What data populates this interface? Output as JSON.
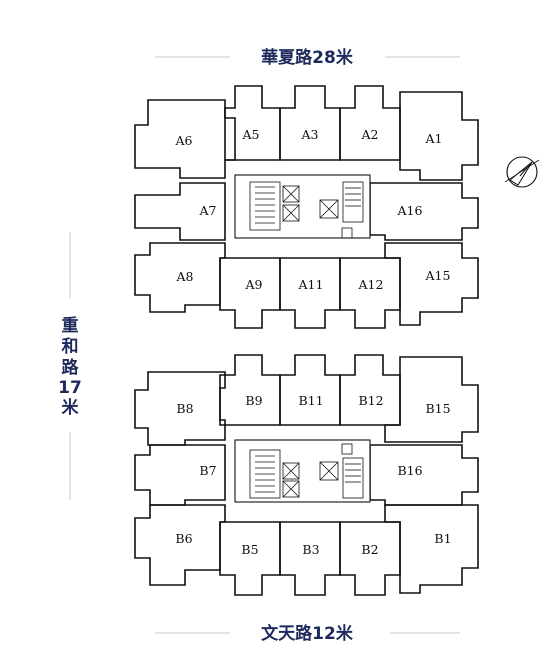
{
  "roads": {
    "top": "華夏路28米",
    "bottom": "文天路12米",
    "left": [
      "重",
      "和",
      "路",
      "17",
      "米"
    ]
  },
  "tower_a": {
    "units": [
      "A1",
      "A2",
      "A3",
      "A5",
      "A6",
      "A7",
      "A8",
      "A9",
      "A11",
      "A12",
      "A15",
      "A16"
    ]
  },
  "tower_b": {
    "units": [
      "B1",
      "B2",
      "B3",
      "B5",
      "B6",
      "B7",
      "B8",
      "B9",
      "B11",
      "B12",
      "B15",
      "B16"
    ]
  },
  "icons": {
    "compass": "north-arrow-icon",
    "stair": "stair-icon",
    "elevator": "elevator-icon"
  }
}
